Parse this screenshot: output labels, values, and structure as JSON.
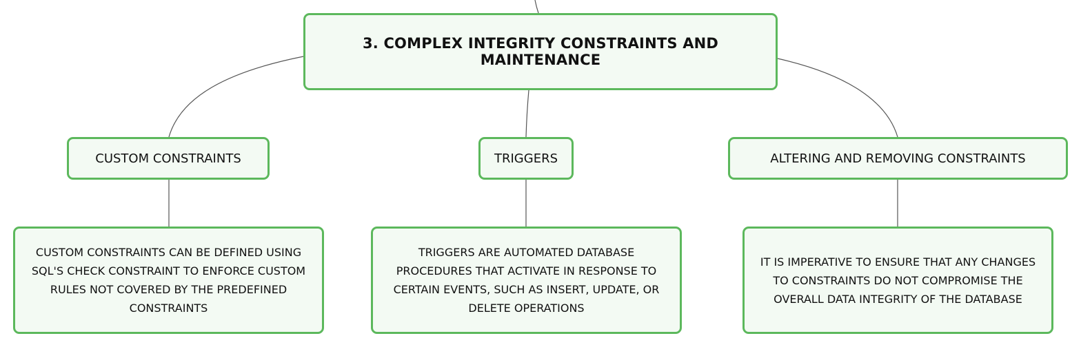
{
  "root": {
    "label": "3. COMPLEX INTEGRITY CONSTRAINTS AND MAINTENANCE"
  },
  "branches": [
    {
      "label": "CUSTOM CONSTRAINTS",
      "detail": "CUSTOM CONSTRAINTS CAN BE DEFINED USING SQL'S CHECK CONSTRAINT TO ENFORCE CUSTOM RULES NOT COVERED BY THE PREDEFINED CONSTRAINTS"
    },
    {
      "label": "TRIGGERS",
      "detail": "TRIGGERS ARE AUTOMATED DATABASE PROCEDURES THAT ACTIVATE IN RESPONSE TO CERTAIN EVENTS, SUCH AS INSERT, UPDATE, OR DELETE OPERATIONS"
    },
    {
      "label": "ALTERING AND REMOVING CONSTRAINTS",
      "detail": "IT IS IMPERATIVE TO ENSURE THAT ANY CHANGES TO CONSTRAINTS DO NOT COMPROMISE THE OVERALL DATA INTEGRITY OF THE DATABASE"
    }
  ],
  "colors": {
    "node_border": "#5cb85c",
    "node_fill": "#f3faf3",
    "connector": "#555555",
    "text": "#111111"
  }
}
